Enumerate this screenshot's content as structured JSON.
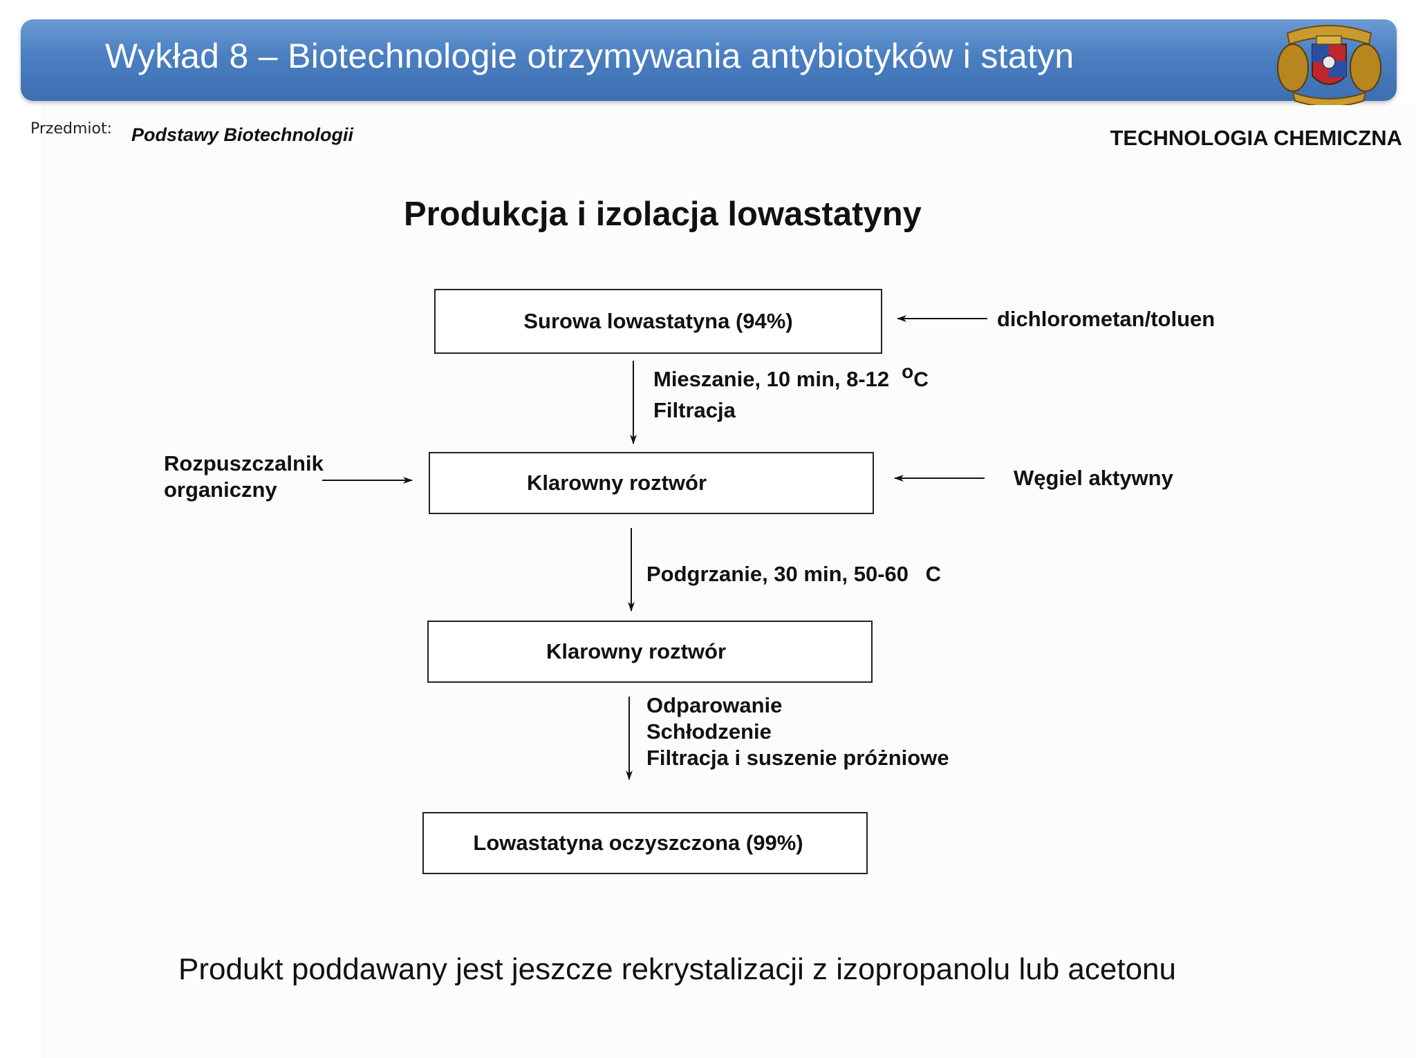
{
  "header": {
    "title": "Wykład 8 – Biotechnologie otrzymywania antybiotyków i statyn",
    "crest_icon": "university-crest-icon",
    "accent_color": "#4a7fc1"
  },
  "subject": {
    "label": "Przedmiot:",
    "name": "Podstawy Biotechnologii"
  },
  "faculty": "TECHNOLOGIA CHEMICZNA",
  "slide_title": "Produkcja i izolacja lowastatyny",
  "flowchart": {
    "steps": [
      "Surowa lowastatyna (94%)",
      "Klarowny roztwór",
      "Klarowny roztwór",
      "Lowastatyna oczyszczona (99%)"
    ],
    "inputs": {
      "solvent_top": "dichlorometan/toluen",
      "organic_solvent_line1": "Rozpuszczalnik",
      "organic_solvent_line2": "organiczny",
      "activated_carbon": "Węgiel aktywny"
    },
    "processes": {
      "p1_line1": "Mieszanie, 10 min, 8-12",
      "p1_degree": "o",
      "p1_unit": "C",
      "p1_line2": "Filtracja",
      "p2": "Podgrzanie, 30 min, 50-60",
      "p2_unit": "C",
      "p3_line1": "Odparowanie",
      "p3_line2": "Schłodzenie",
      "p3_line3": "Filtracja i suszenie próżniowe"
    }
  },
  "footer_note": "Produkt poddawany jest jeszcze rekrystalizacji z izopropanolu lub acetonu"
}
